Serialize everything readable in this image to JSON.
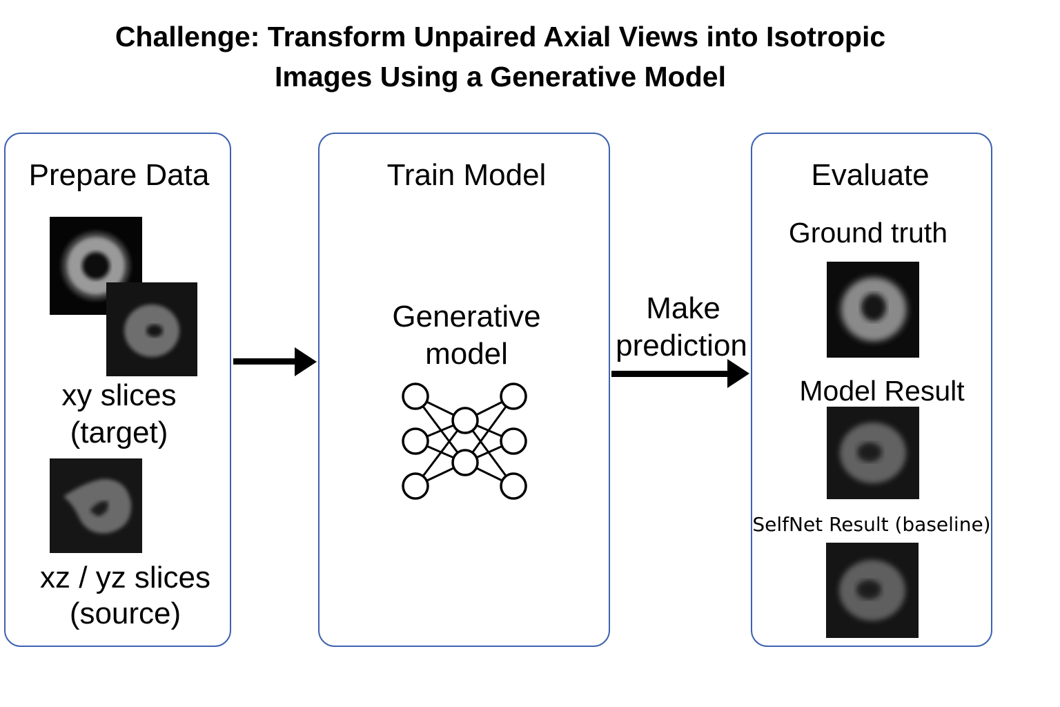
{
  "title": {
    "line1": "Challenge: Transform Unpaired Axial Views into Isotropic",
    "line2": "Images Using a Generative Model"
  },
  "prepare": {
    "heading": "Prepare Data",
    "xy_label_1": "xy slices",
    "xy_label_2": "(target)",
    "xz_label_1": "xz / yz slices",
    "xz_label_2": "(source)"
  },
  "train": {
    "heading": "Train Model",
    "model_label_1": "Generative",
    "model_label_2": "model"
  },
  "arrow_label": {
    "line1": "Make",
    "line2": "prediction"
  },
  "evaluate": {
    "heading": "Evaluate",
    "ground_truth": "Ground truth",
    "model_result": "Model Result",
    "selfnet_result": "SelfNet Result (baseline)"
  },
  "colors": {
    "panel_border": "#3d62b0",
    "arrow": "#000000",
    "image_background": "#000000"
  },
  "icons": {
    "network": "neural-network-icon"
  }
}
